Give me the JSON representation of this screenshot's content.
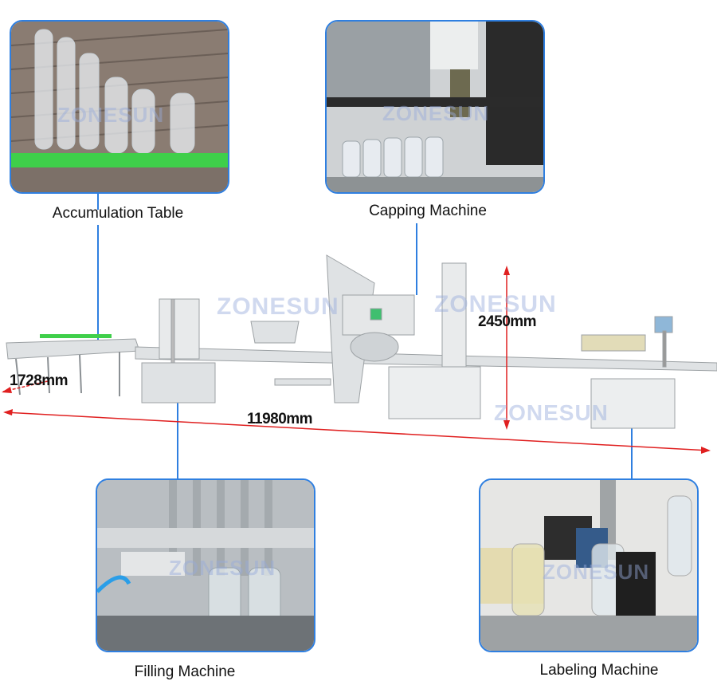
{
  "panels": {
    "accumulation": {
      "label": "Accumulation Table"
    },
    "capping": {
      "label": "Capping Machine"
    },
    "filling": {
      "label": "Filling Machine"
    },
    "labeling": {
      "label": "Labeling Machine"
    }
  },
  "dimensions": {
    "height": "2450mm",
    "width": "1728mm",
    "length": "11980mm"
  },
  "watermark": "ZONESUN",
  "colors": {
    "connector": "#2f7fe0",
    "dimension_arrow": "#e02020"
  }
}
